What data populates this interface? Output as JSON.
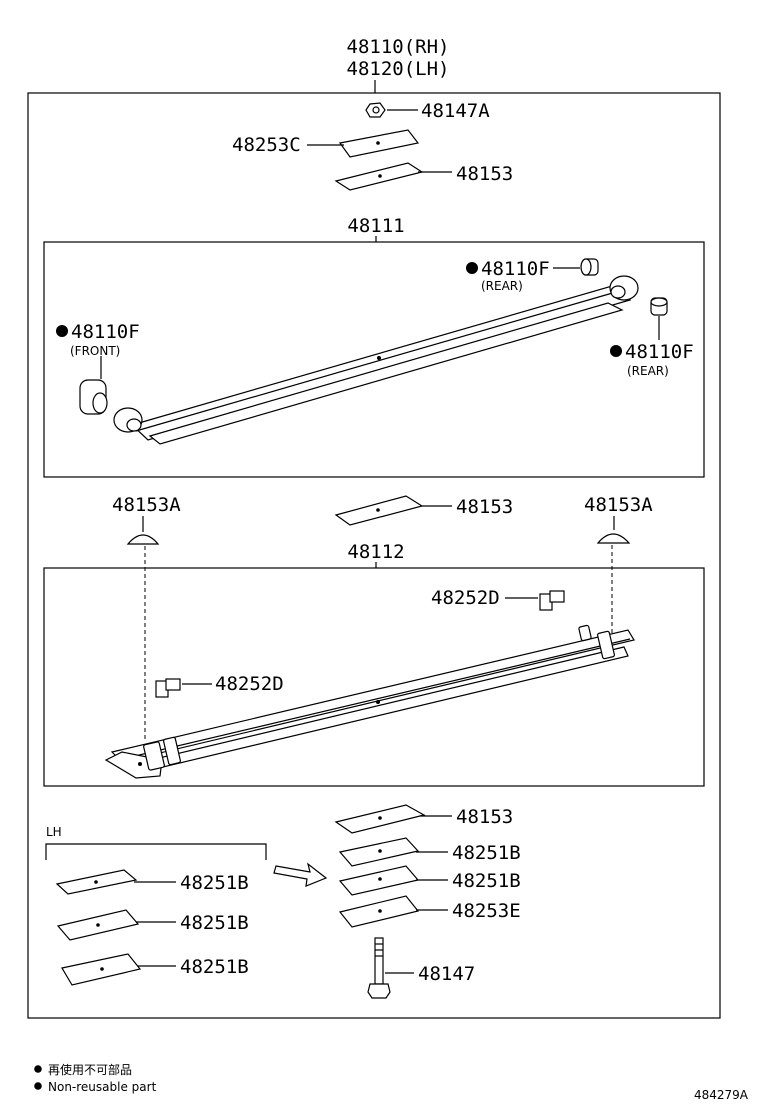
{
  "header": {
    "assembly_rh": "48110(RH)",
    "assembly_lh": "48120(LH)"
  },
  "parts": {
    "p48147A": "48147A",
    "p48253C": "48253C",
    "p48153_top": "48153",
    "p48111": "48111",
    "p48110F_rear1": "48110F",
    "rear1_note": "(REAR)",
    "p48110F_front": "48110F",
    "front_note": "(FRONT)",
    "p48110F_rear2": "48110F",
    "rear2_note": "(REAR)",
    "p48153A_left": "48153A",
    "p48153_mid": "48153",
    "p48153A_right": "48153A",
    "p48112": "48112",
    "p48252D_right": "48252D",
    "p48252D_left": "48252D",
    "lh_label": "LH",
    "p48251B_lh1": "48251B",
    "p48251B_lh2": "48251B",
    "p48251B_lh3": "48251B",
    "p48153_low": "48153",
    "p48251B_r1": "48251B",
    "p48251B_r2": "48251B",
    "p48253E": "48253E",
    "p48147": "48147"
  },
  "legend": {
    "jp": "再使用不可部品",
    "en": "Non-reusable part"
  },
  "figure_id": "484279A"
}
